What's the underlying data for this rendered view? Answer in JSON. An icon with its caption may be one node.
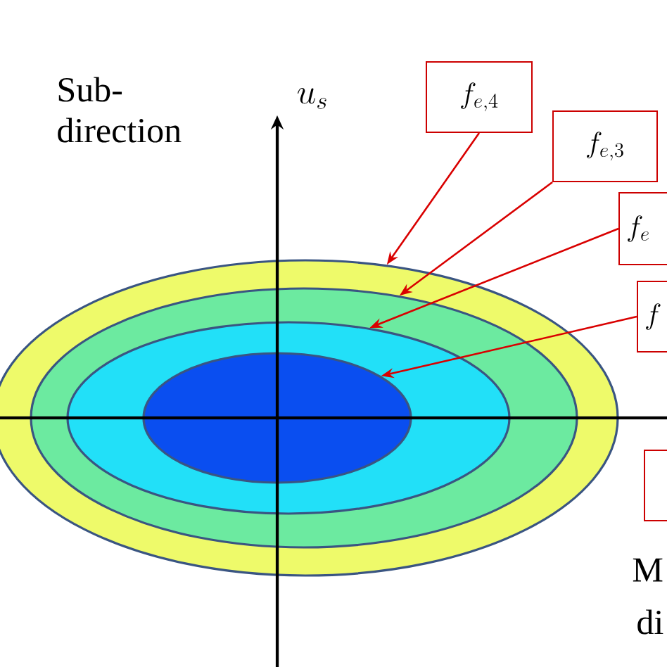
{
  "diagram": {
    "nodes": [
      {
        "text": [
          "f_{e,4}"
        ]
      },
      {
        "text": [
          "f_{e,3}"
        ]
      },
      {
        "text": [
          "f_e"
        ]
      },
      {
        "text": [
          "f"
        ]
      },
      {
        "text": [],
        "shape": "box"
      },
      {
        "text": [],
        "shape": "ellipse"
      },
      {
        "text": [],
        "shape": "ellipse",
        "in": 5
      },
      {
        "text": [],
        "shape": "ellipse",
        "in": 6
      },
      {
        "text": [],
        "shape": "ellipse",
        "in": 7
      }
    ],
    "edges": [
      {
        "from": 0,
        "to": 5,
        "arrow": "to"
      },
      {
        "from": 1,
        "to": 6,
        "arrow": "to"
      },
      {
        "from": 2,
        "to": 7,
        "arrow": "to"
      },
      {
        "from": 3,
        "to": 8,
        "arrow": "to"
      }
    ],
    "labels": [
      "Sub- direction",
      "u_s",
      "M",
      "di"
    ]
  }
}
